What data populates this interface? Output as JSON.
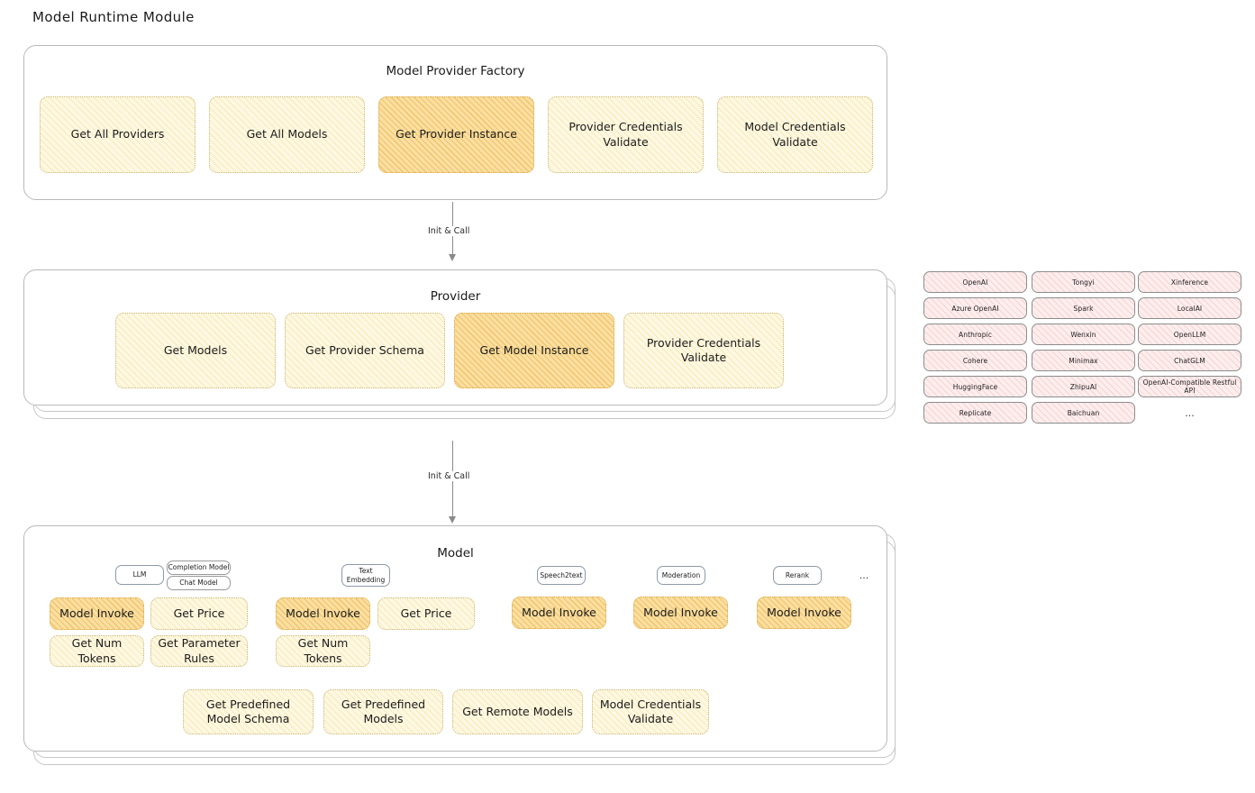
{
  "page": {
    "title": "Model Runtime Module"
  },
  "factory": {
    "title": "Model Provider Factory",
    "nodes": [
      {
        "label": "Get All Providers",
        "highlight": false
      },
      {
        "label": "Get All Models",
        "highlight": false
      },
      {
        "label": "Get Provider Instance",
        "highlight": true
      },
      {
        "label": "Provider Credentials Validate",
        "highlight": false
      },
      {
        "label": "Model Credentials Validate",
        "highlight": false
      }
    ]
  },
  "arrows": [
    {
      "label": "Init & Call"
    },
    {
      "label": "Init & Call"
    }
  ],
  "provider": {
    "title": "Provider",
    "nodes": [
      {
        "label": "Get Models",
        "highlight": false
      },
      {
        "label": "Get Provider Schema",
        "highlight": false
      },
      {
        "label": "Get Model Instance",
        "highlight": true
      },
      {
        "label": "Provider Credentials Validate",
        "highlight": false
      }
    ]
  },
  "provider_list": {
    "columns": [
      [
        "OpenAI",
        "Azure OpenAI",
        "Anthropic",
        "Cohere",
        "HuggingFace",
        "Replicate"
      ],
      [
        "Tongyi",
        "Spark",
        "Wenxin",
        "Minimax",
        "ZhipuAI",
        "Baichuan"
      ],
      [
        "Xinference",
        "LocalAI",
        "OpenLLM",
        "ChatGLM",
        "OpenAI-Compatible Restful API"
      ]
    ],
    "more": "..."
  },
  "model": {
    "title": "Model",
    "more": "...",
    "types": [
      {
        "name": "LLM",
        "accent": "blue",
        "sub": [
          "Completion Model",
          "Chat Model"
        ],
        "methods": [
          {
            "label": "Model Invoke",
            "highlight": true
          },
          {
            "label": "Get Price",
            "highlight": false
          },
          {
            "label": "Get Num Tokens",
            "highlight": false
          },
          {
            "label": "Get Parameter Rules",
            "highlight": false
          }
        ]
      },
      {
        "name": "Text Embedding",
        "accent": "blue",
        "sub": [],
        "methods": [
          {
            "label": "Model Invoke",
            "highlight": true
          },
          {
            "label": "Get Price",
            "highlight": false
          },
          {
            "label": "Get Num Tokens",
            "highlight": false
          }
        ]
      },
      {
        "name": "Speech2text",
        "accent": "blue",
        "sub": [],
        "methods": [
          {
            "label": "Model Invoke",
            "highlight": true
          }
        ]
      },
      {
        "name": "Moderation",
        "accent": "blue",
        "sub": [],
        "methods": [
          {
            "label": "Model Invoke",
            "highlight": true
          }
        ]
      },
      {
        "name": "Rerank",
        "accent": "blue",
        "sub": [],
        "methods": [
          {
            "label": "Model Invoke",
            "highlight": true
          }
        ]
      }
    ],
    "shared_methods": [
      "Get Predefined Model Schema",
      "Get Predefined Models",
      "Get Remote Models",
      "Model Credentials Validate"
    ]
  },
  "colors": {
    "cream": "#fdf8e3",
    "amber": "#fbdfa2",
    "rose": "#fdeeee",
    "blue": "#e7f1fb",
    "outline": "#b9b9b9",
    "text": "#1e1e1e"
  }
}
